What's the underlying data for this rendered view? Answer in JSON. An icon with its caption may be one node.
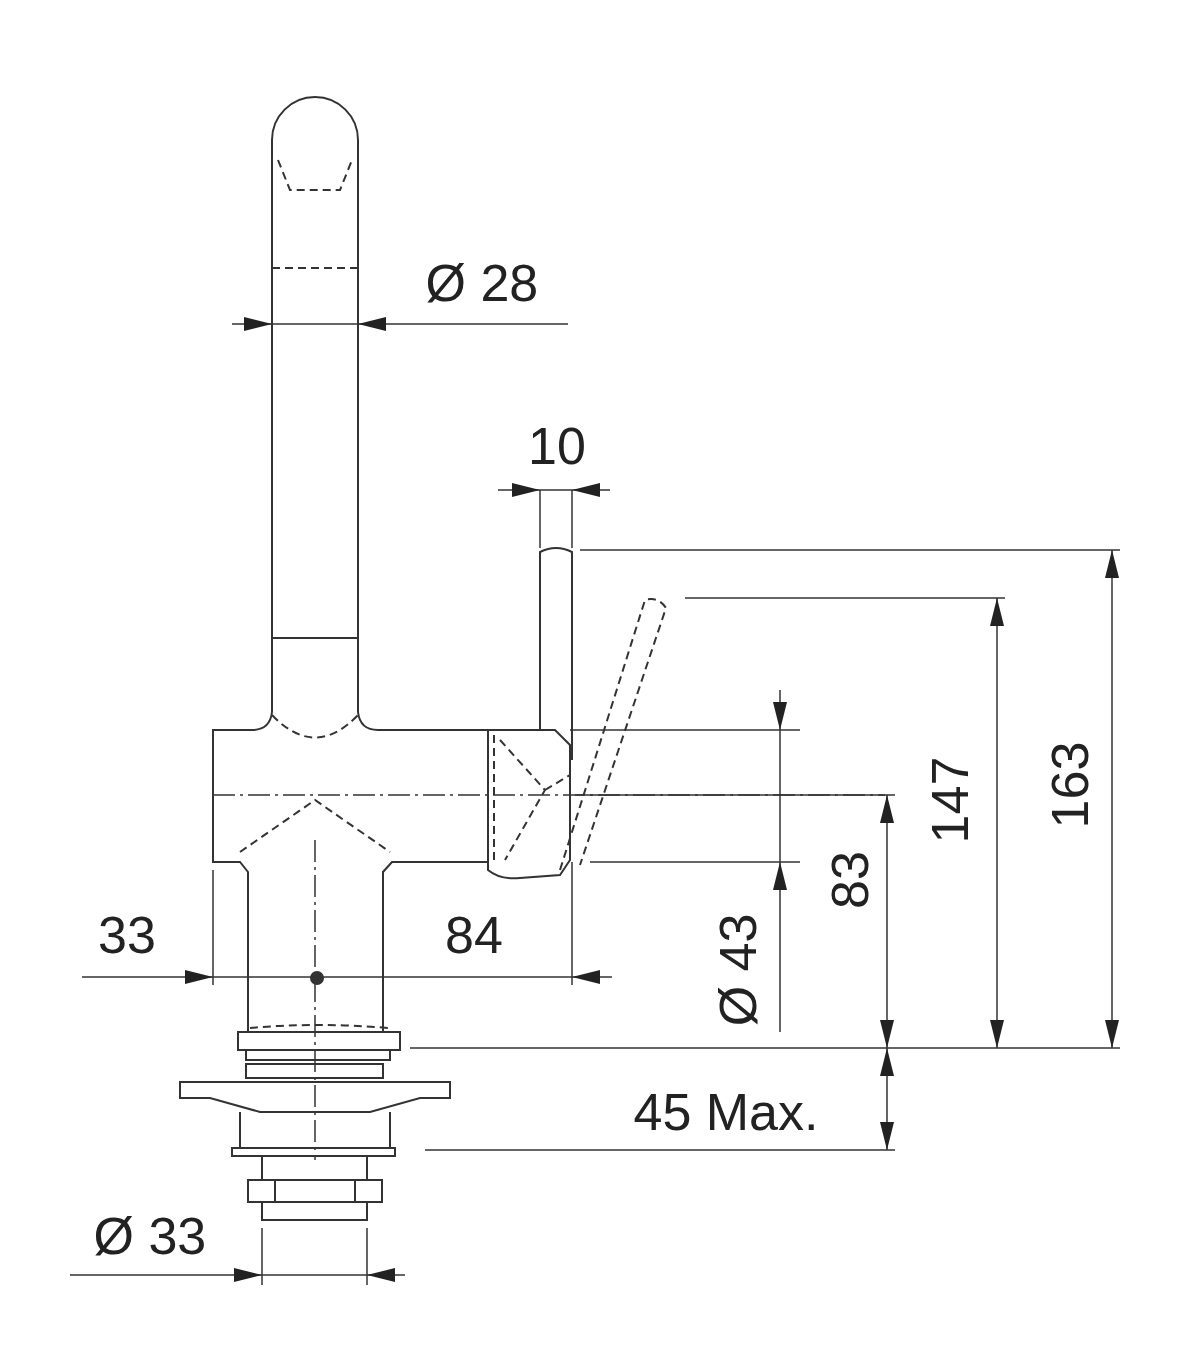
{
  "diagram": {
    "labels": [
      "Ø 28",
      "10",
      "163",
      "147",
      "Ø 43",
      "83",
      "33",
      "84",
      "45 Max.",
      "Ø 33"
    ]
  }
}
